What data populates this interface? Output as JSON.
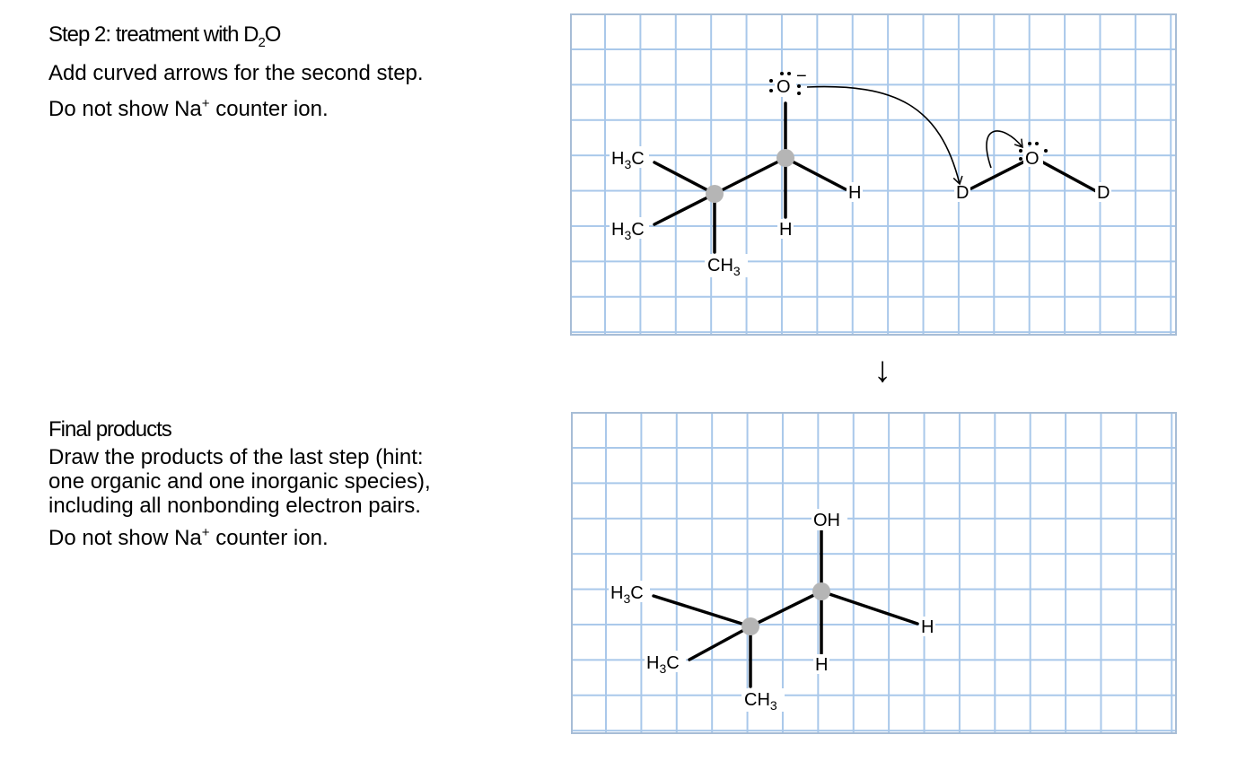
{
  "step2": {
    "title_prefix": "Step 2: treatment with D",
    "title_sub": "2",
    "title_suffix": "O",
    "instruction": "Add curved arrows for the second step.",
    "note_prefix": "Do not show Na",
    "note_sup": "+",
    "note_suffix": " counter ion."
  },
  "final": {
    "title": "Final products",
    "lines": [
      "Draw the products of the last step (hint:",
      "one organic and one inorganic species),",
      "including all nonbonding electron pairs."
    ],
    "note_prefix": "Do not show Na",
    "note_sup": "+",
    "note_suffix": " counter ion."
  },
  "reaction_arrow": "↓",
  "atoms": {
    "h3c": "H3C",
    "h3c_text": "H",
    "h3c_sub": "3",
    "h3c_c": "C",
    "ch3_c": "C",
    "ch3_h": "H",
    "ch3_sub": "3",
    "h": "H",
    "d": "D",
    "o": "O",
    "oh": "OH",
    "charge": "−"
  }
}
